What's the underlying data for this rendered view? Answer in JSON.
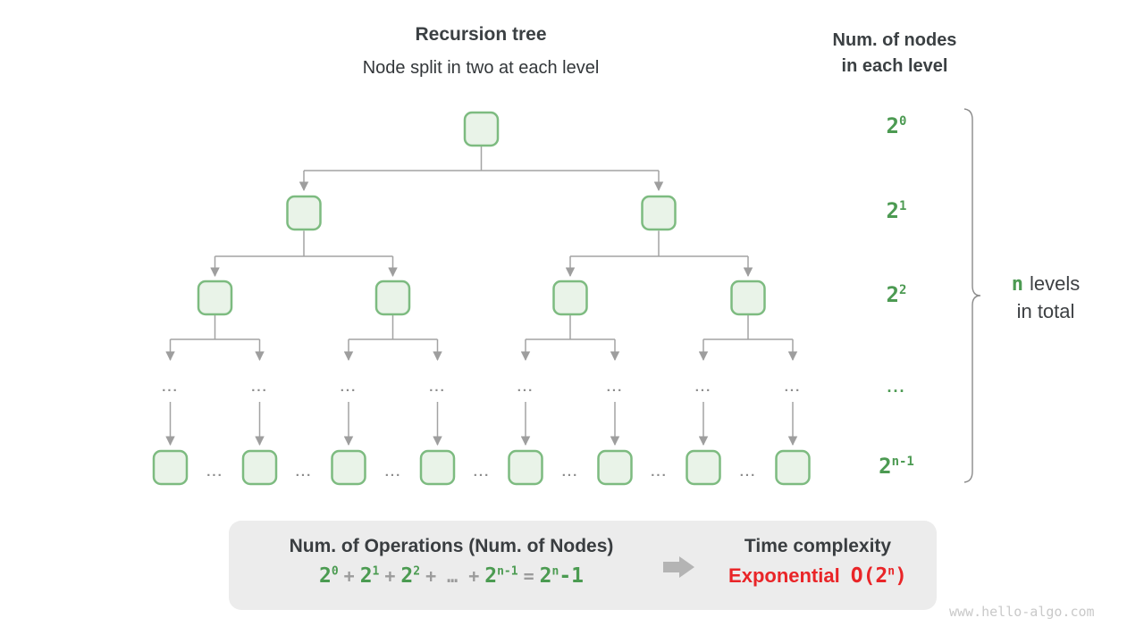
{
  "header": {
    "title": "Recursion tree",
    "subtitle": "Node split in two at each level"
  },
  "right_header": {
    "line1": "Num. of nodes",
    "line2": "in each level"
  },
  "level_labels": [
    {
      "base": "2",
      "sup": "0"
    },
    {
      "base": "2",
      "sup": "1"
    },
    {
      "base": "2",
      "sup": "2"
    },
    {
      "dots": "..."
    },
    {
      "base": "2",
      "sup": "n-1"
    }
  ],
  "tree": {
    "ellipsis": "..."
  },
  "brace_label": {
    "n": "n",
    "rest": "levels",
    "line2": "in total"
  },
  "summary_box": {
    "ops_title": "Num. of Operations (Num. of Nodes)",
    "formula": {
      "t1b": "2",
      "t1s": "0",
      "plus": "+",
      "t2b": "2",
      "t2s": "1",
      "t3b": "2",
      "t3s": "2",
      "ellipsis": "…",
      "t4b": "2",
      "t4s": "n-1",
      "eq": "=",
      "resb": "2",
      "ress": "n",
      "rest": "-1"
    },
    "time_title": "Time complexity",
    "complexity_word": "Exponential",
    "bigo_pre": "O(2",
    "bigo_sup": "n",
    "bigo_post": ")"
  },
  "watermark": "www.hello-algo.com",
  "colors": {
    "accent_green": "#4c9a52",
    "node_border": "#7dbb80",
    "node_fill": "#e9f3e8",
    "connector_gray": "#a3a3a3",
    "highlight_red": "#e92528",
    "box_bg": "#ececec",
    "text_dark": "#3c4043",
    "muted_gray": "#9b9b9b"
  }
}
